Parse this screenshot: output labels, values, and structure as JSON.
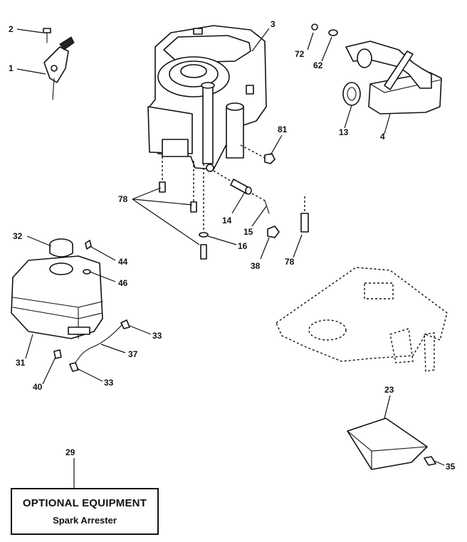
{
  "callouts": {
    "c1": "1",
    "c2": "2",
    "c3": "3",
    "c4": "4",
    "c13": "13",
    "c14": "14",
    "c15": "15",
    "c16": "16",
    "c23": "23",
    "c29": "29",
    "c31": "31",
    "c32": "32",
    "c33a": "33",
    "c33b": "33",
    "c35": "35",
    "c37": "37",
    "c38": "38",
    "c40": "40",
    "c44": "44",
    "c46": "46",
    "c62": "62",
    "c72": "72",
    "c78a": "78",
    "c78b": "78",
    "c81": "81"
  },
  "optional_equipment": {
    "title": "OPTIONAL EQUIPMENT",
    "item": "Spark Arrester"
  },
  "colors": {
    "ink": "#111111",
    "paper": "#ffffff"
  }
}
